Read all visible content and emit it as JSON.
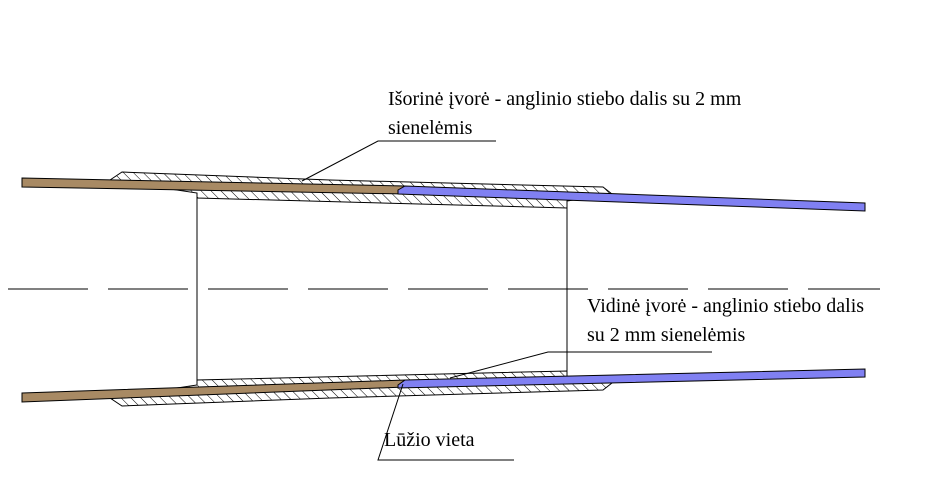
{
  "labels": {
    "outer_sleeve": [
      "Išorinė įvorė - anglinio stiebo dalis su 2 mm",
      "sienelėmis"
    ],
    "inner_sleeve": [
      "Vidinė įvorė - anglinio stiebo dalis",
      "su 2 mm sienelėmis"
    ],
    "break_point": "Lūžio vieta"
  },
  "colors": {
    "left_tube": "#a88a64",
    "right_tube": "#8080f2",
    "line": "#000000",
    "hatch": "#000000",
    "background": "#ffffff"
  }
}
